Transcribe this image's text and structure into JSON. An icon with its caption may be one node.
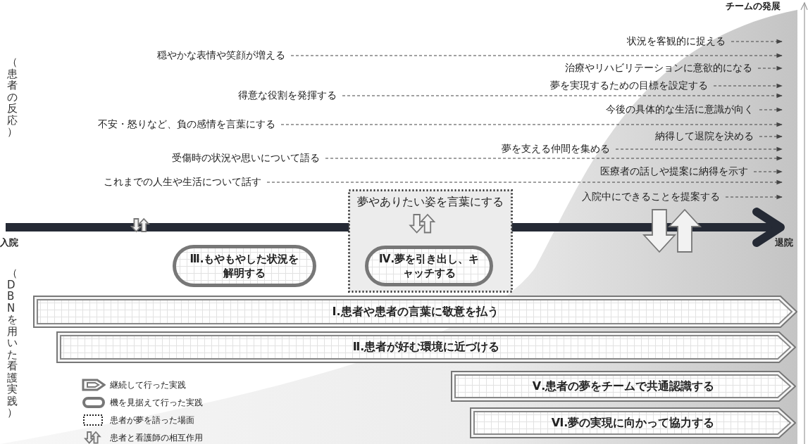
{
  "diagram": {
    "nodes": [
      {
        "text": [
          "状況を客観的に捉える"
        ]
      },
      {
        "text": [
          "穏やかな表情や笑顔が増える"
        ]
      },
      {
        "text": [
          "治療やリハビリテーションに意欲的になる"
        ]
      },
      {
        "text": [
          "夢を実現するための目標を設定する"
        ]
      },
      {
        "text": [
          "得意な役割を発揮する"
        ]
      },
      {
        "text": [
          "今後の具体的な生活に意識が向く"
        ]
      },
      {
        "text": [
          "不安・怒りなど、負の感情を言葉にする"
        ]
      },
      {
        "text": [
          "納得して退院を決める"
        ]
      },
      {
        "text": [
          "夢を支える仲間を集める"
        ]
      },
      {
        "text": [
          "受傷時の状況や思いについて語る"
        ]
      },
      {
        "text": [
          "医療者の話しや提案に納得を示す"
        ]
      },
      {
        "text": [
          "これまでの人生や生活について話す"
        ]
      },
      {
        "text": [
          "入院中にできることを提案する"
        ]
      },
      {
        "text": [
          "夢やありたい姿を言葉にする"
        ]
      },
      {
        "text": [
          "Ⅲ.もやもやした状況を解明する"
        ]
      },
      {
        "text": [
          "Ⅳ.夢を引き出し、キャッチする"
        ],
        "in": 13
      },
      {
        "text": [
          "Ⅰ.患者や患者の言葉に敬意を払う"
        ]
      },
      {
        "text": [
          "Ⅱ.患者が好む環境に近づける"
        ]
      },
      {
        "text": [
          "Ⅴ.患者の夢をチームで共通認識する"
        ]
      },
      {
        "text": [
          "Ⅵ.夢の実現に向かって協力する"
        ]
      }
    ],
    "edges": [
      {
        "from": 0,
        "to": null,
        "arrow": "to",
        "style": "dashed"
      },
      {
        "from": 1,
        "to": null,
        "arrow": "to",
        "style": "dashed"
      },
      {
        "from": 2,
        "to": null,
        "arrow": "to",
        "style": "dashed"
      },
      {
        "from": 3,
        "to": null,
        "arrow": "to",
        "style": "dashed"
      },
      {
        "from": 4,
        "to": null,
        "arrow": "to",
        "style": "dashed"
      },
      {
        "from": 5,
        "to": null,
        "arrow": "to",
        "style": "dashed"
      },
      {
        "from": 6,
        "to": null,
        "arrow": "to",
        "style": "dashed"
      },
      {
        "from": 7,
        "to": null,
        "arrow": "to",
        "style": "dashed"
      },
      {
        "from": 8,
        "to": null,
        "arrow": "to",
        "style": "dashed"
      },
      {
        "from": 9,
        "to": null,
        "arrow": "to",
        "style": "dashed"
      },
      {
        "from": 10,
        "to": null,
        "arrow": "to",
        "style": "dashed"
      },
      {
        "from": 11,
        "to": null,
        "arrow": "to",
        "style": "dashed"
      },
      {
        "from": 12,
        "to": null,
        "arrow": "to",
        "style": "dashed"
      }
    ],
    "labels": [
      "チームの発展",
      "（患者の反応）",
      "入院",
      "退院",
      "（DBNを用いた看護実践）"
    ],
    "legend": [
      {
        "text": "継続して行った実践"
      },
      {
        "text": "機を見据えて行った実践"
      },
      {
        "text": "患者が夢を語った場面"
      },
      {
        "text": "患者と看護師の相互作用"
      }
    ]
  }
}
